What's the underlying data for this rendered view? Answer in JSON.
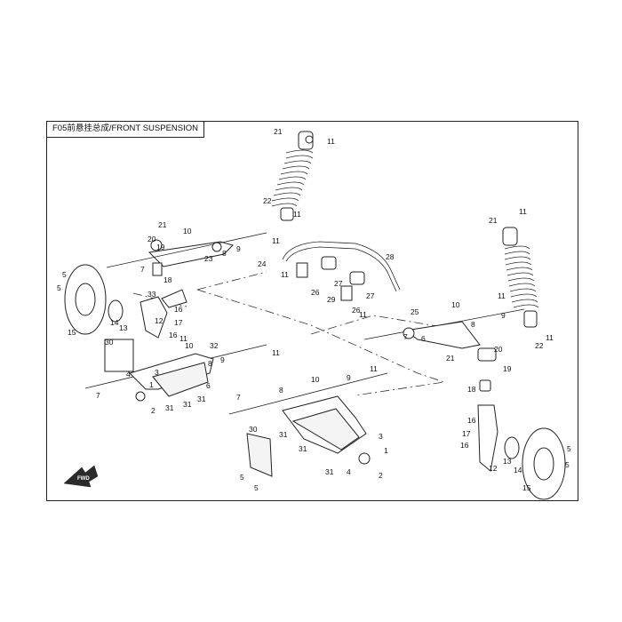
{
  "diagram": {
    "title": "F05前悬挂总成/FRONT SUSPENSION",
    "direction_label": "FWD",
    "callouts": [
      {
        "id": "c-21-top",
        "text": "21"
      },
      {
        "id": "c-11-top",
        "text": "11"
      },
      {
        "id": "c-22-left",
        "text": "22"
      },
      {
        "id": "c-11-shockl",
        "text": "11"
      },
      {
        "id": "c-21-ul",
        "text": "21"
      },
      {
        "id": "c-10-ul",
        "text": "10"
      },
      {
        "id": "c-20-ul",
        "text": "20"
      },
      {
        "id": "c-19-ul",
        "text": "19"
      },
      {
        "id": "c-8-ul",
        "text": "8"
      },
      {
        "id": "c-9-ul",
        "text": "9"
      },
      {
        "id": "c-23-ul",
        "text": "23"
      },
      {
        "id": "c-11-ul",
        "text": "11"
      },
      {
        "id": "c-7-ul",
        "text": "7"
      },
      {
        "id": "c-18-ul",
        "text": "18"
      },
      {
        "id": "c-5-disc-l",
        "text": "5"
      },
      {
        "id": "c-5-disc-l2",
        "text": "5"
      },
      {
        "id": "c-15-l",
        "text": "15"
      },
      {
        "id": "c-14-l",
        "text": "14"
      },
      {
        "id": "c-13-l",
        "text": "13"
      },
      {
        "id": "c-33-l",
        "text": "33"
      },
      {
        "id": "c-16-l",
        "text": "16"
      },
      {
        "id": "c-17-l",
        "text": "17"
      },
      {
        "id": "c-16-l2",
        "text": "16"
      },
      {
        "id": "c-12-l",
        "text": "12"
      },
      {
        "id": "c-24",
        "text": "24"
      },
      {
        "id": "c-11-sb1",
        "text": "11"
      },
      {
        "id": "c-26-a",
        "text": "26"
      },
      {
        "id": "c-27-a",
        "text": "27"
      },
      {
        "id": "c-28",
        "text": "28"
      },
      {
        "id": "c-29",
        "text": "29"
      },
      {
        "id": "c-26-b",
        "text": "26"
      },
      {
        "id": "c-27-b",
        "text": "27"
      },
      {
        "id": "c-11-sb2",
        "text": "11"
      },
      {
        "id": "c-25",
        "text": "25"
      },
      {
        "id": "c-21-right",
        "text": "21"
      },
      {
        "id": "c-11-right-top",
        "text": "11"
      },
      {
        "id": "c-22-right",
        "text": "22"
      },
      {
        "id": "c-11-right-bot",
        "text": "11"
      },
      {
        "id": "c-10-ur",
        "text": "10"
      },
      {
        "id": "c-11-ur",
        "text": "11"
      },
      {
        "id": "c-9-ur",
        "text": "9"
      },
      {
        "id": "c-7-ur",
        "text": "7"
      },
      {
        "id": "c-6-ur",
        "text": "6"
      },
      {
        "id": "c-8-ur",
        "text": "8"
      },
      {
        "id": "c-21-ur",
        "text": "21"
      },
      {
        "id": "c-20-ur",
        "text": "20"
      },
      {
        "id": "c-19-ur",
        "text": "19"
      },
      {
        "id": "c-30-l",
        "text": "30"
      },
      {
        "id": "c-11-ll",
        "text": "11"
      },
      {
        "id": "c-10-ll",
        "text": "10"
      },
      {
        "id": "c-32",
        "text": "32"
      },
      {
        "id": "c-8-ll",
        "text": "8"
      },
      {
        "id": "c-9-ll",
        "text": "9"
      },
      {
        "id": "c-11-ll2",
        "text": "11"
      },
      {
        "id": "c-3-ll",
        "text": "3"
      },
      {
        "id": "c-6-ll",
        "text": "6"
      },
      {
        "id": "c-7-ll",
        "text": "7"
      },
      {
        "id": "c-1-ll",
        "text": "1"
      },
      {
        "id": "c-2-ll",
        "text": "2"
      },
      {
        "id": "c-31-a",
        "text": "31"
      },
      {
        "id": "c-31-b",
        "text": "31"
      },
      {
        "id": "c-31-c",
        "text": "31"
      },
      {
        "id": "c-4-ll",
        "text": "4"
      },
      {
        "id": "c-7-lc",
        "text": "7"
      },
      {
        "id": "c-8-lc",
        "text": "8"
      },
      {
        "id": "c-10-lc",
        "text": "10"
      },
      {
        "id": "c-9-lc",
        "text": "9"
      },
      {
        "id": "c-11-lc",
        "text": "11"
      },
      {
        "id": "c-3-lc",
        "text": "3"
      },
      {
        "id": "c-1-lc",
        "text": "1"
      },
      {
        "id": "c-2-lc",
        "text": "2"
      },
      {
        "id": "c-4-lc",
        "text": "4"
      },
      {
        "id": "c-30-lc",
        "text": "30"
      },
      {
        "id": "c-31-lc1",
        "text": "31"
      },
      {
        "id": "c-31-lc2",
        "text": "31"
      },
      {
        "id": "c-31-lc3",
        "text": "31"
      },
      {
        "id": "c-5-lc1",
        "text": "5"
      },
      {
        "id": "c-5-lc2",
        "text": "5"
      },
      {
        "id": "c-18-r",
        "text": "18"
      },
      {
        "id": "c-16-r",
        "text": "16"
      },
      {
        "id": "c-17-r",
        "text": "17"
      },
      {
        "id": "c-16-r2",
        "text": "16"
      },
      {
        "id": "c-12-r",
        "text": "12"
      },
      {
        "id": "c-13-r",
        "text": "13"
      },
      {
        "id": "c-14-r",
        "text": "14"
      },
      {
        "id": "c-15-r",
        "text": "15"
      },
      {
        "id": "c-5-r1",
        "text": "5"
      },
      {
        "id": "c-5-r2",
        "text": "5"
      }
    ]
  }
}
